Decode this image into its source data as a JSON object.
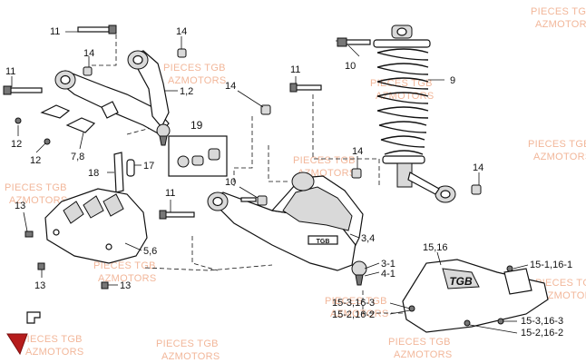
{
  "watermarks": [
    "PIECES TGB",
    "AZMOTORS",
    "PIECES TGB",
    "AZMOTORS",
    "PIECES TGB",
    "AZMOTORS",
    "PIECES TGB",
    "AZMOTORS",
    "PIECES TGB",
    "AZMOTORS",
    "PIECES TGB",
    "AZMOTORS",
    "PIECES TGB",
    "AZMOTORS",
    "PIECES TGB",
    "AZMOTORS",
    "PIECES TGB",
    "AZMOTORS",
    "PIECES TGB",
    "AZMOTORS",
    "PIECES TGB",
    "AZMOTORS",
    "PIECES TGB",
    "AZMOTORS"
  ],
  "callouts": {
    "c11a": "11",
    "c14a": "14",
    "c14b": "14",
    "c11b": "11",
    "c12": "1,2",
    "c12a": "12",
    "c12b": "12",
    "c78": "7,8",
    "c19": "19",
    "c18": "18",
    "c17": "17",
    "c14c": "14",
    "c11c": "11",
    "c10a": "10",
    "c10b": "10",
    "c9": "9",
    "c14d": "14",
    "c14e": "14",
    "c11d": "11",
    "c13a": "13",
    "c56": "5,6",
    "c13b": "13",
    "c13c": "13",
    "c34": "3,4",
    "c31": "3-1",
    "c41": "4-1",
    "c1516": "15,16",
    "c151161": "15-1,16-1",
    "c153163a": "15-3,16-3",
    "c152162a": "15-2,16-2",
    "c153163b": "15-3,16-3",
    "c152162b": "15-2,16-2"
  },
  "brand": {
    "tgb": "TGB"
  }
}
